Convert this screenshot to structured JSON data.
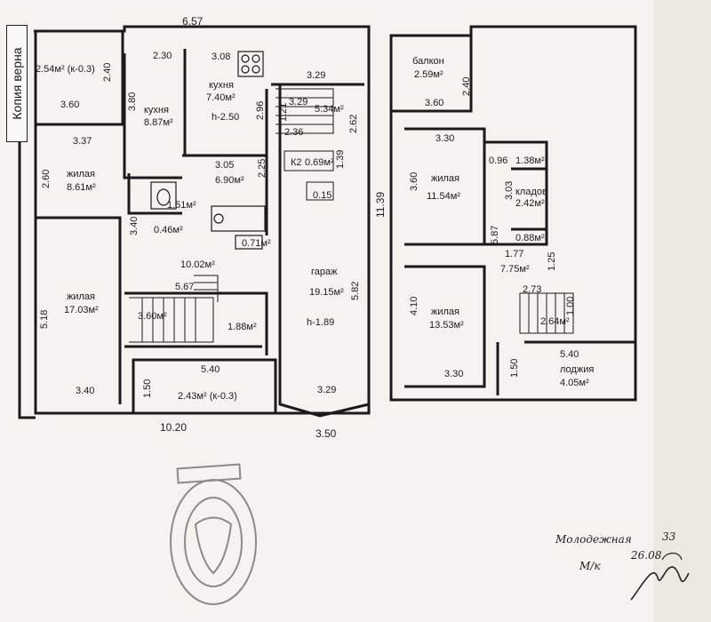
{
  "stamp_label": "Копия верна",
  "left": {
    "dims": {
      "top_width": "6.57",
      "bottom_width": "10.20",
      "right_height": "11.39",
      "garage_bottom": "3.50"
    },
    "rooms": [
      {
        "id": "balcony-left",
        "text": "2.54м² (к-0.3)",
        "sub": ""
      },
      {
        "id": "kitchen-a",
        "text": "кухня",
        "sub": "8.87м²"
      },
      {
        "id": "kitchen-b",
        "text": "кухня",
        "sub": "7.40м²"
      },
      {
        "id": "kitchen-h",
        "text": "h-2.50",
        "sub": ""
      },
      {
        "id": "living-1",
        "text": "жилая",
        "sub": "8.61м²"
      },
      {
        "id": "room-690",
        "text": "6.90м²",
        "sub": ""
      },
      {
        "id": "bath-151",
        "text": "1.51м²",
        "sub": ""
      },
      {
        "id": "wc-046",
        "text": "0.46м²",
        "sub": ""
      },
      {
        "id": "room-071",
        "text": "0.71м²",
        "sub": ""
      },
      {
        "id": "hall",
        "text": "10.02м²",
        "sub": ""
      },
      {
        "id": "living-2",
        "text": "жилая",
        "sub": "17.03м²"
      },
      {
        "id": "stair-360",
        "text": "3.60м²",
        "sub": ""
      },
      {
        "id": "room-188",
        "text": "1.88м²",
        "sub": ""
      },
      {
        "id": "loggia-bottom",
        "text": "2.43м² (к-0.3)",
        "sub": ""
      },
      {
        "id": "garage",
        "text": "гараж",
        "sub": "19.15м²"
      },
      {
        "id": "garage-h",
        "text": "h-1.89",
        "sub": ""
      },
      {
        "id": "k2",
        "text": "К2",
        "sub": ""
      },
      {
        "id": "room-069",
        "text": "0.69м²",
        "sub": ""
      },
      {
        "id": "room-534",
        "text": "5.34м²",
        "sub": ""
      }
    ],
    "measures": [
      "2.40",
      "3.60",
      "3.37",
      "2.30",
      "3.08",
      "3.80",
      "2.96",
      "3.29",
      "3.29",
      "1.21",
      "2.36",
      "2.62",
      "1.39",
      "2.60",
      "3.05",
      "2.25",
      "3.40",
      "0.15",
      "5.67",
      "5.18",
      "3.40",
      "5.40",
      "1.50",
      "5.82",
      "3.29"
    ]
  },
  "right": {
    "rooms": [
      {
        "id": "balcony-right",
        "text": "балкон",
        "sub": "2.59м²"
      },
      {
        "id": "living-3",
        "text": "жилая",
        "sub": "11.54м²"
      },
      {
        "id": "room-138",
        "text": "1.38м²",
        "sub": ""
      },
      {
        "id": "storage",
        "text": "кладов",
        "sub": "2.42м²"
      },
      {
        "id": "room-088",
        "text": "0.88м²",
        "sub": ""
      },
      {
        "id": "room-775",
        "text": "7.75м²",
        "sub": ""
      },
      {
        "id": "living-4",
        "text": "жилая",
        "sub": "13.53м²"
      },
      {
        "id": "stair-264",
        "text": "2.64м²",
        "sub": ""
      },
      {
        "id": "loggia-right",
        "text": "лоджия",
        "sub": "4.05м²"
      }
    ],
    "measures": [
      "2.40",
      "3.60",
      "3.30",
      "0.96",
      "3.60",
      "3.03",
      "5.87",
      "1.77",
      "1.25",
      "2.73",
      "1.00",
      "4.10",
      "5.40",
      "1.50",
      "3.30"
    ]
  },
  "notes": {
    "address": "Молодежная",
    "number": "33",
    "date": "26.08",
    "initials": "М/к"
  }
}
